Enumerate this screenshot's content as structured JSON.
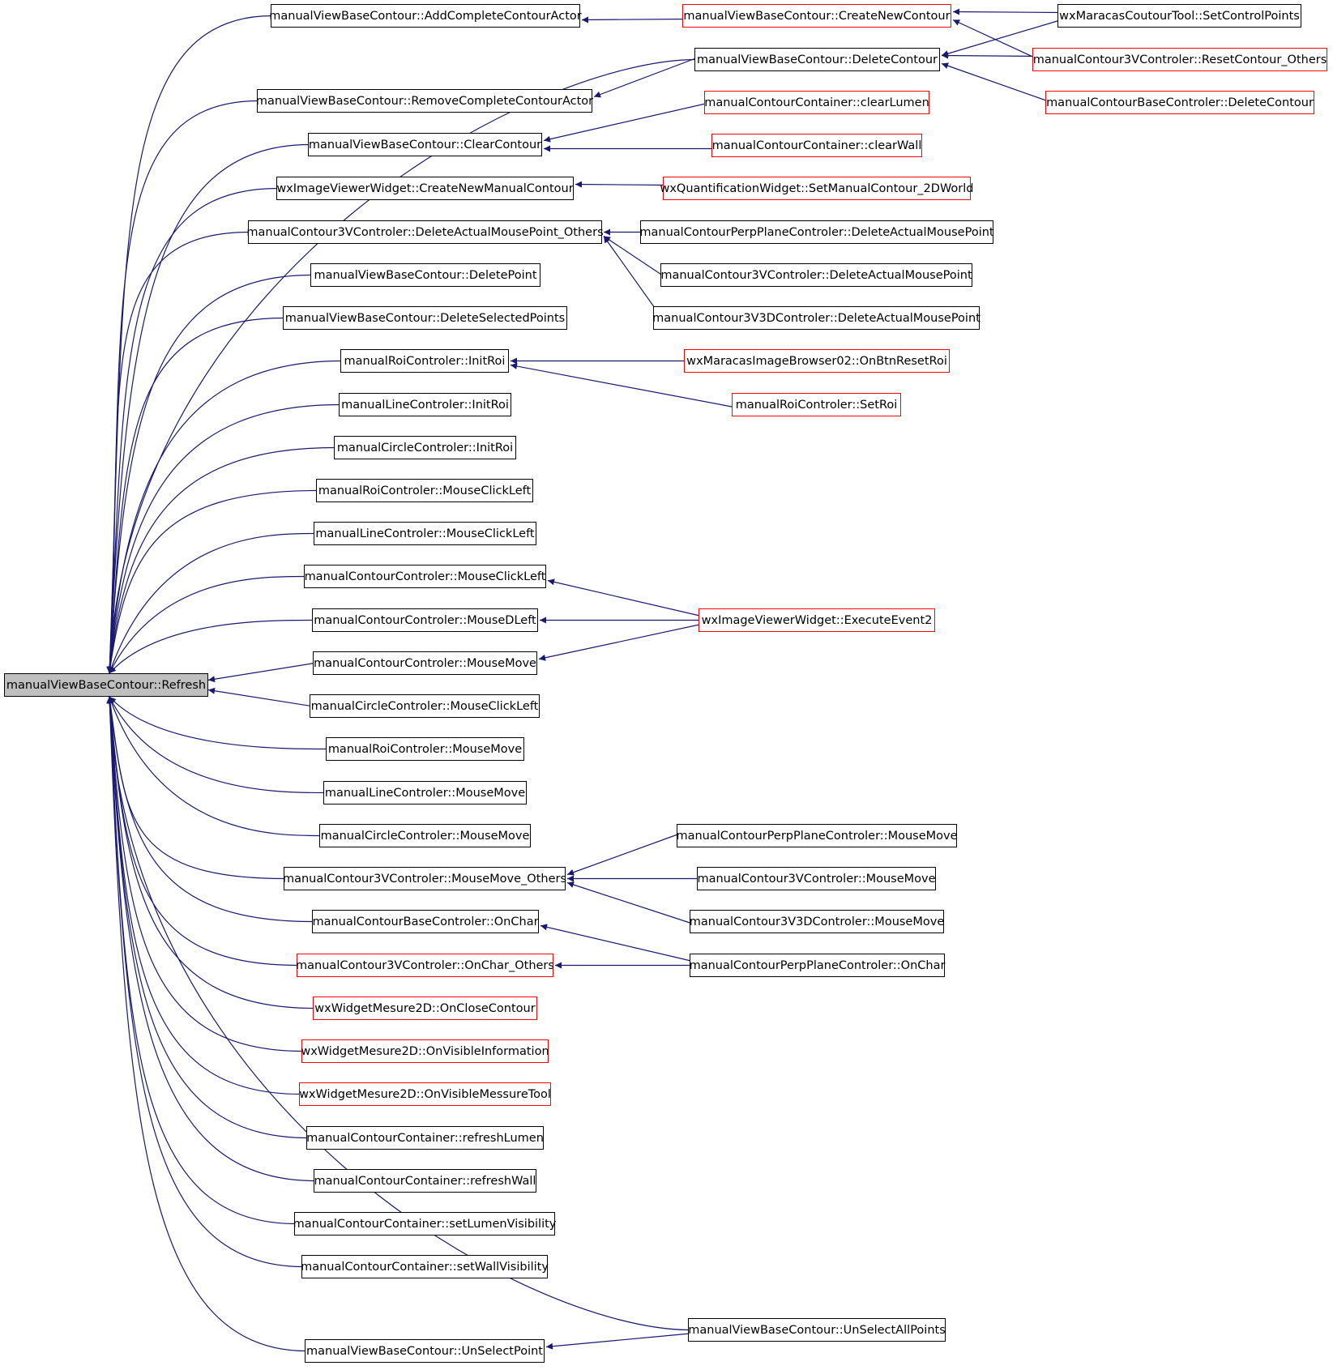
{
  "graph": {
    "root": "manualViewBaseContour::Refresh",
    "edge_color": "#191970",
    "node_border_colors": {
      "documented": "#000000",
      "truncated": "#ff0000"
    },
    "root_fill": "#bfbfbf",
    "nodes": {
      "root": {
        "label": "manualViewBaseContour::Refresh"
      },
      "c1": {
        "label": "manualViewBaseContour::AddCompleteContourActor"
      },
      "c2": {
        "label": "manualViewBaseContour::RemoveCompleteContourActor"
      },
      "c3": {
        "label": "manualViewBaseContour::ClearContour"
      },
      "c4": {
        "label": "wxImageViewerWidget::CreateNewManualContour"
      },
      "c5": {
        "label": "manualContour3VControler::DeleteActualMousePoint_Others"
      },
      "c6": {
        "label": "manualViewBaseContour::DeletePoint"
      },
      "c7": {
        "label": "manualViewBaseContour::DeleteSelectedPoints"
      },
      "c8": {
        "label": "manualRoiControler::InitRoi"
      },
      "c9": {
        "label": "manualLineControler::InitRoi"
      },
      "c10": {
        "label": "manualCircleControler::InitRoi"
      },
      "c11": {
        "label": "manualRoiControler::MouseClickLeft"
      },
      "c12": {
        "label": "manualLineControler::MouseClickLeft"
      },
      "c13": {
        "label": "manualContourControler::MouseClickLeft"
      },
      "c14": {
        "label": "manualContourControler::MouseDLeft"
      },
      "c15": {
        "label": "manualContourControler::MouseMove"
      },
      "c16": {
        "label": "manualCircleControler::MouseClickLeft"
      },
      "c17": {
        "label": "manualRoiControler::MouseMove"
      },
      "c18": {
        "label": "manualLineControler::MouseMove"
      },
      "c19": {
        "label": "manualCircleControler::MouseMove"
      },
      "c20": {
        "label": "manualContour3VControler::MouseMove_Others"
      },
      "c21": {
        "label": "manualContourBaseControler::OnChar"
      },
      "c22": {
        "label": "manualContour3VControler::OnChar_Others"
      },
      "c23": {
        "label": "wxWidgetMesure2D::OnCloseContour"
      },
      "c24": {
        "label": "wxWidgetMesure2D::OnVisibleInformation"
      },
      "c25": {
        "label": "wxWidgetMesure2D::OnVisibleMessureTool"
      },
      "c26": {
        "label": "manualContourContainer::refreshLumen"
      },
      "c27": {
        "label": "manualContourContainer::refreshWall"
      },
      "c28": {
        "label": "manualContourContainer::setLumenVisibility"
      },
      "c29": {
        "label": "manualContourContainer::setWallVisibility"
      },
      "c30": {
        "label": "manualViewBaseContour::UnSelectPoint"
      },
      "m1": {
        "label": "manualViewBaseContour::CreateNewContour"
      },
      "m2": {
        "label": "manualViewBaseContour::DeleteContour"
      },
      "m3": {
        "label": "manualContourContainer::clearLumen"
      },
      "m4": {
        "label": "manualContourContainer::clearWall"
      },
      "m5": {
        "label": "wxQuantificationWidget::SetManualContour_2DWorld"
      },
      "m6": {
        "label": "manualContourPerpPlaneControler::DeleteActualMousePoint"
      },
      "m7": {
        "label": "manualContour3VControler::DeleteActualMousePoint"
      },
      "m8": {
        "label": "manualContour3V3DControler::DeleteActualMousePoint"
      },
      "m9": {
        "label": "wxMaracasImageBrowser02::OnBtnResetRoi"
      },
      "m10": {
        "label": "manualRoiControler::SetRoi"
      },
      "m11": {
        "label": "wxImageViewerWidget::ExecuteEvent2"
      },
      "m12": {
        "label": "manualContourPerpPlaneControler::MouseMove"
      },
      "m13": {
        "label": "manualContour3VControler::MouseMove"
      },
      "m14": {
        "label": "manualContour3V3DControler::MouseMove"
      },
      "m15": {
        "label": "manualContourPerpPlaneControler::OnChar"
      },
      "m16": {
        "label": "manualViewBaseContour::UnSelectAllPoints"
      },
      "r1": {
        "label": "wxMaracasCoutourTool::SetControlPoints"
      },
      "r2": {
        "label": "manualContour3VControler::ResetContour_Others"
      },
      "r3": {
        "label": "manualContourBaseControler::DeleteContour"
      }
    },
    "edges": [
      [
        "c1",
        "root"
      ],
      [
        "c2",
        "root"
      ],
      [
        "c3",
        "root"
      ],
      [
        "c4",
        "root"
      ],
      [
        "c5",
        "root"
      ],
      [
        "c6",
        "root"
      ],
      [
        "c7",
        "root"
      ],
      [
        "c8",
        "root"
      ],
      [
        "c9",
        "root"
      ],
      [
        "c10",
        "root"
      ],
      [
        "c11",
        "root"
      ],
      [
        "c12",
        "root"
      ],
      [
        "c13",
        "root"
      ],
      [
        "c14",
        "root"
      ],
      [
        "c15",
        "root"
      ],
      [
        "c16",
        "root"
      ],
      [
        "c17",
        "root"
      ],
      [
        "c18",
        "root"
      ],
      [
        "c19",
        "root"
      ],
      [
        "c20",
        "root"
      ],
      [
        "c21",
        "root"
      ],
      [
        "c22",
        "root"
      ],
      [
        "c23",
        "root"
      ],
      [
        "c24",
        "root"
      ],
      [
        "c25",
        "root"
      ],
      [
        "c26",
        "root"
      ],
      [
        "c27",
        "root"
      ],
      [
        "c28",
        "root"
      ],
      [
        "c29",
        "root"
      ],
      [
        "c30",
        "root"
      ],
      [
        "m2",
        "root"
      ],
      [
        "m16",
        "root"
      ],
      [
        "m1",
        "c1"
      ],
      [
        "m2",
        "c2"
      ],
      [
        "m3",
        "c3"
      ],
      [
        "m4",
        "c3"
      ],
      [
        "m5",
        "c4"
      ],
      [
        "m6",
        "c5"
      ],
      [
        "m7",
        "c5"
      ],
      [
        "m8",
        "c5"
      ],
      [
        "m9",
        "c8"
      ],
      [
        "m10",
        "c8"
      ],
      [
        "m11",
        "c13"
      ],
      [
        "m11",
        "c14"
      ],
      [
        "m11",
        "c15"
      ],
      [
        "m12",
        "c20"
      ],
      [
        "m13",
        "c20"
      ],
      [
        "m14",
        "c20"
      ],
      [
        "m15",
        "c21"
      ],
      [
        "m15",
        "c22"
      ],
      [
        "m16",
        "c30"
      ],
      [
        "r1",
        "m1"
      ],
      [
        "r2",
        "m1"
      ],
      [
        "r1",
        "m2"
      ],
      [
        "r2",
        "m2"
      ],
      [
        "r3",
        "m2"
      ]
    ]
  }
}
